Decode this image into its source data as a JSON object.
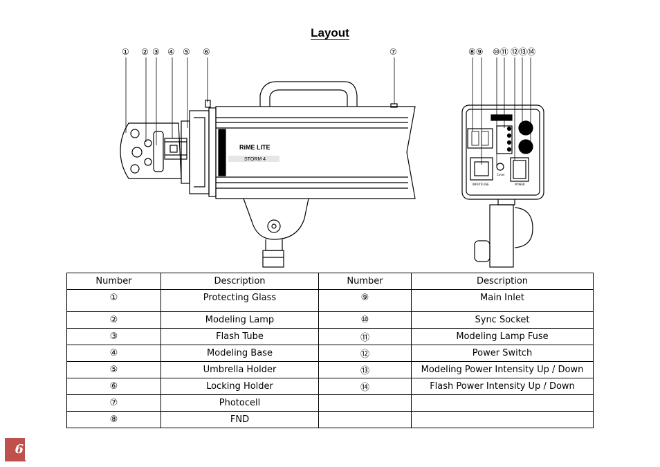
{
  "title": "Layout",
  "callouts_side": [
    "①",
    "②",
    "③",
    "④",
    "⑤",
    "⑥",
    "⑦"
  ],
  "callouts_rear": [
    "⑧⑨",
    "⑩⑪",
    "⑫⑬⑭"
  ],
  "product": {
    "brand": "RiME LITE",
    "model": "STORM 4"
  },
  "rear_panel": {
    "inlet_label": "INPUT/FUSE",
    "sync_label": "Cover",
    "power_label": "POWER"
  },
  "table": {
    "headers": [
      "Number",
      "Description",
      "Number",
      "Description"
    ],
    "rows": [
      [
        "①",
        "Protecting Glass",
        "⑨",
        "Main Inlet"
      ],
      [
        "②",
        "Modeling Lamp",
        "⑩",
        "Sync Socket"
      ],
      [
        "③",
        "Flash Tube",
        "⑪",
        "Modeling Lamp Fuse"
      ],
      [
        "④",
        "Modeling Base",
        "⑫",
        "Power Switch"
      ],
      [
        "⑤",
        "Umbrella Holder",
        "⑬",
        "Modeling Power Intensity Up / Down"
      ],
      [
        "⑥",
        "Locking Holder",
        "⑭",
        "Flash Power Intensity Up / Down"
      ],
      [
        "⑦",
        "Photocell",
        "",
        ""
      ],
      [
        "⑧",
        "FND",
        "",
        ""
      ]
    ]
  },
  "page_number": "6",
  "colors": {
    "page_badge": "#c0504d"
  }
}
